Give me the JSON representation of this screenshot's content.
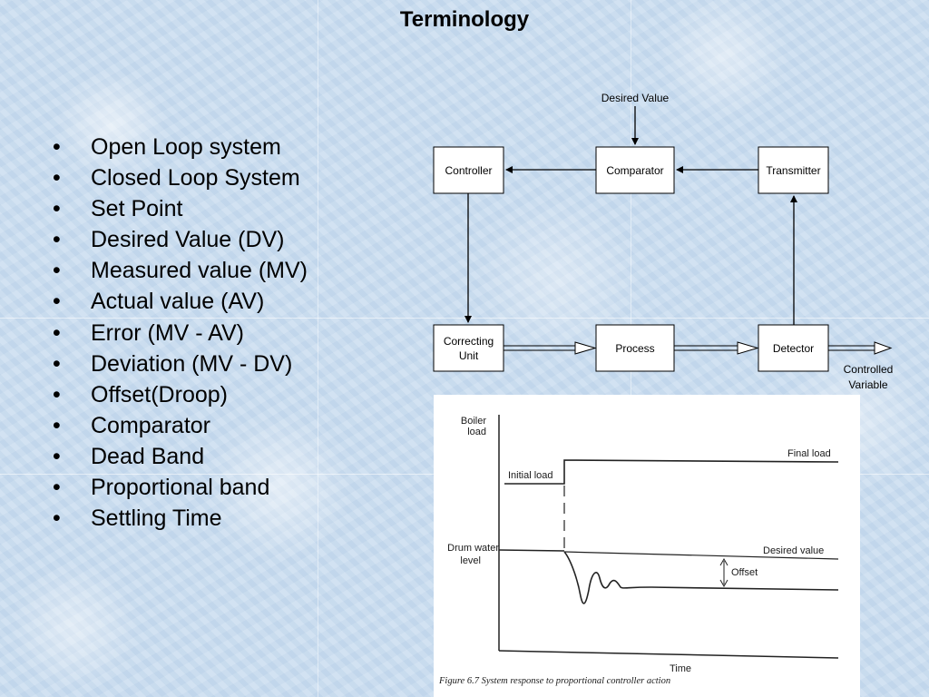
{
  "slide": {
    "title": "Terminology"
  },
  "terms": {
    "bullet": "•",
    "items": [
      "Open Loop system",
      "Closed Loop System",
      "Set Point",
      "Desired Value (DV)",
      "Measured value (MV)",
      "Actual value (AV)",
      "Error  (MV - AV)",
      "Deviation (MV  - DV)",
      "Offset(Droop)",
      "Comparator",
      "Dead Band",
      "Proportional band",
      "Settling Time"
    ]
  },
  "block_diagram": {
    "input_label": "Desired Value",
    "controller": "Controller",
    "comparator": "Comparator",
    "transmitter": "Transmitter",
    "correcting_unit_line1": "Correcting",
    "correcting_unit_line2": "Unit",
    "process": "Process",
    "detector": "Detector",
    "output_line1": "Controlled",
    "output_line2": "Variable"
  },
  "response_figure": {
    "boiler_load_line1": "Boiler",
    "boiler_load_line2": "load",
    "initial_load": "Initial load",
    "final_load": "Final load",
    "drum_level_line1": "Drum water",
    "drum_level_line2": "level",
    "desired_value": "Desired value",
    "offset": "Offset",
    "x_axis": "Time",
    "caption": "Figure 6.7 System response to proportional controller action"
  }
}
